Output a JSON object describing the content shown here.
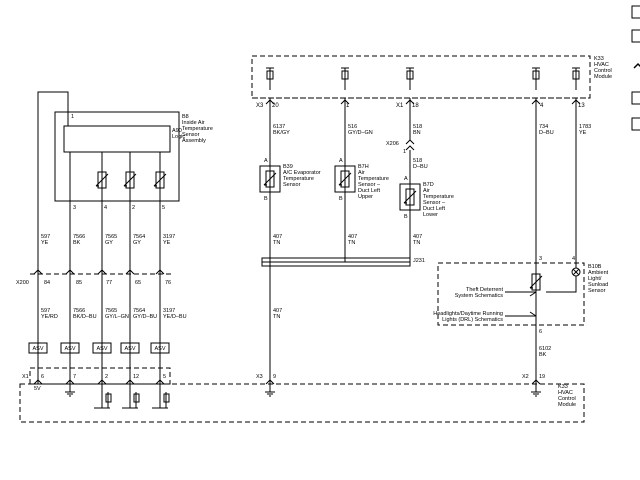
{
  "top_module": {
    "label_lines": [
      "K33",
      "HVAC",
      "Control",
      "Module"
    ],
    "pins": [
      {
        "conn": "X3",
        "pin": "20"
      },
      {
        "conn": "",
        "pin": "1"
      },
      {
        "conn": "X1",
        "pin": "18"
      },
      {
        "conn": "",
        "pin": "4"
      },
      {
        "conn": "",
        "pin": "13"
      }
    ]
  },
  "b8": {
    "label_lines": [
      "B8",
      "Inside Air",
      "Temperature",
      "Sensor",
      "Assembly"
    ],
    "logic_lines": [
      "A90",
      "Logic"
    ],
    "pins": [
      "1",
      "3",
      "4",
      "2",
      "5"
    ]
  },
  "left_wires_upper": [
    {
      "circuit": "597",
      "color": "YE"
    },
    {
      "circuit": "7566",
      "color": "BK"
    },
    {
      "circuit": "7565",
      "color": "GY"
    },
    {
      "circuit": "7564",
      "color": "GY"
    },
    {
      "circuit": "3197",
      "color": "YE"
    }
  ],
  "x200": {
    "label": "X200",
    "pins": [
      "84",
      "85",
      "77",
      "65",
      "76"
    ]
  },
  "left_wires_lower": [
    {
      "circuit": "597",
      "color": "YE/RD"
    },
    {
      "circuit": "7566",
      "color": "BK/D–BU"
    },
    {
      "circuit": "7565",
      "color": "GY/L–GN"
    },
    {
      "circuit": "7564",
      "color": "GY/D–BU"
    },
    {
      "circuit": "3197",
      "color": "YE/D–BU"
    }
  ],
  "asv_label": "ASV",
  "bottom_module": {
    "label_lines": [
      "K33",
      "HVAC",
      "Control",
      "Module"
    ],
    "x1_label": "X1",
    "x1_pins": [
      "6",
      "7",
      "2",
      "12",
      "5"
    ],
    "five_v": "5V",
    "x3_label": "X3",
    "x3_pin": "9",
    "x2_label": "X2",
    "x2_pin": "19"
  },
  "center_wires_top": [
    {
      "circuit": "6137",
      "color": "BK/GY"
    },
    {
      "circuit": "516",
      "color": "GY/D–GN"
    },
    {
      "circuit": "518",
      "color": "BN"
    }
  ],
  "x206": {
    "label": "X206",
    "pin": "1"
  },
  "wire_518_dbu": {
    "circuit": "518",
    "color": "D–BU"
  },
  "sensors": {
    "b39": {
      "label_lines": [
        "B39",
        "A/C Evaporator",
        "Temperature",
        "Sensor"
      ],
      "pin_a": "A",
      "pin_b": "B"
    },
    "b7h": {
      "label_lines": [
        "B7H",
        "Air",
        "Temperature",
        "Sensor –",
        "Duct Left",
        "Upper"
      ],
      "pin_a": "A",
      "pin_b": "B"
    },
    "b7d": {
      "label_lines": [
        "B7D",
        "Air",
        "Temperature",
        "Sensor –",
        "Duct Left",
        "Lower"
      ],
      "pin_a": "A",
      "pin_b": "B"
    }
  },
  "center_wires_407": [
    {
      "circuit": "407",
      "color": "TN"
    },
    {
      "circuit": "407",
      "color": "TN"
    },
    {
      "circuit": "407",
      "color": "TN"
    }
  ],
  "j231": "J231",
  "wire_407_low": {
    "circuit": "407",
    "color": "TN"
  },
  "right_wires_top": [
    {
      "circuit": "734",
      "color": "D–BU"
    },
    {
      "circuit": "1783",
      "color": "YE"
    }
  ],
  "b10b": {
    "label_lines": [
      "B10B",
      "Ambient",
      "Light/",
      "Sunload",
      "Sensor"
    ],
    "pin3": "3",
    "pin4": "4",
    "pin6": "6"
  },
  "refs": {
    "theft_lines": [
      "Theft Deterrent",
      "System Schematics"
    ],
    "drl_lines": [
      "Headlights/Daytime Running",
      "Lights (DRL) Schematics"
    ]
  },
  "wire_6102": {
    "circuit": "6102",
    "color": "BK"
  }
}
